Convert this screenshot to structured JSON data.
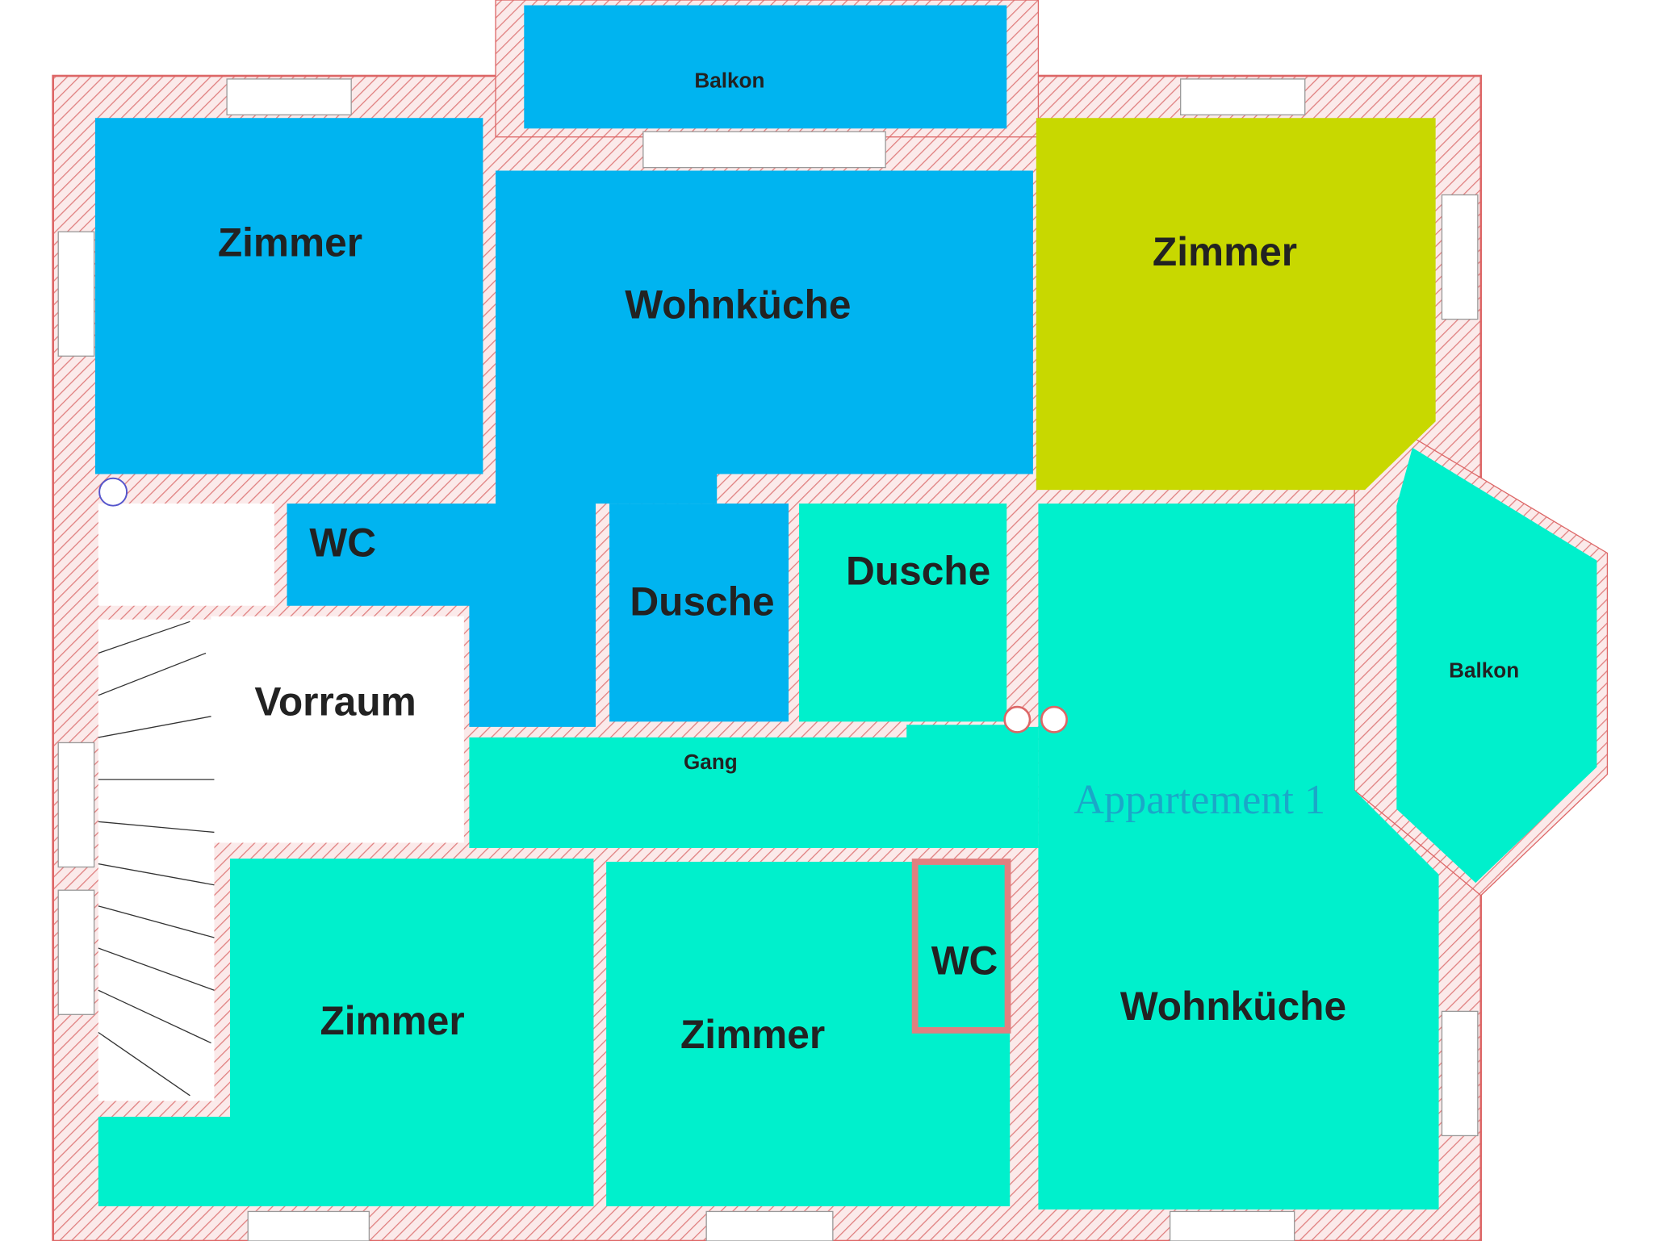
{
  "colors": {
    "apartment_2": "#00b4f0",
    "separate_room": "#c8d800",
    "apartment_1": "#00f0cc",
    "common": "#ffffff",
    "wall_hatch": "#e08080"
  },
  "labels": {
    "balkon_top": "Balkon",
    "zimmer_top_left": "Zimmer",
    "wohnkueche_top": "Wohnküche",
    "zimmer_top_right": "Zimmer",
    "wc_left": "WC",
    "dusche_middle": "Dusche",
    "dusche_right": "Dusche",
    "balkon_right": "Balkon",
    "vorraum": "Vorraum",
    "gang": "Gang",
    "appartement": "Appartement 1",
    "zimmer_bottom_left": "Zimmer",
    "zimmer_bottom_middle": "Zimmer",
    "wc_bottom": "WC",
    "wohnkueche_bottom": "Wohnküche"
  }
}
